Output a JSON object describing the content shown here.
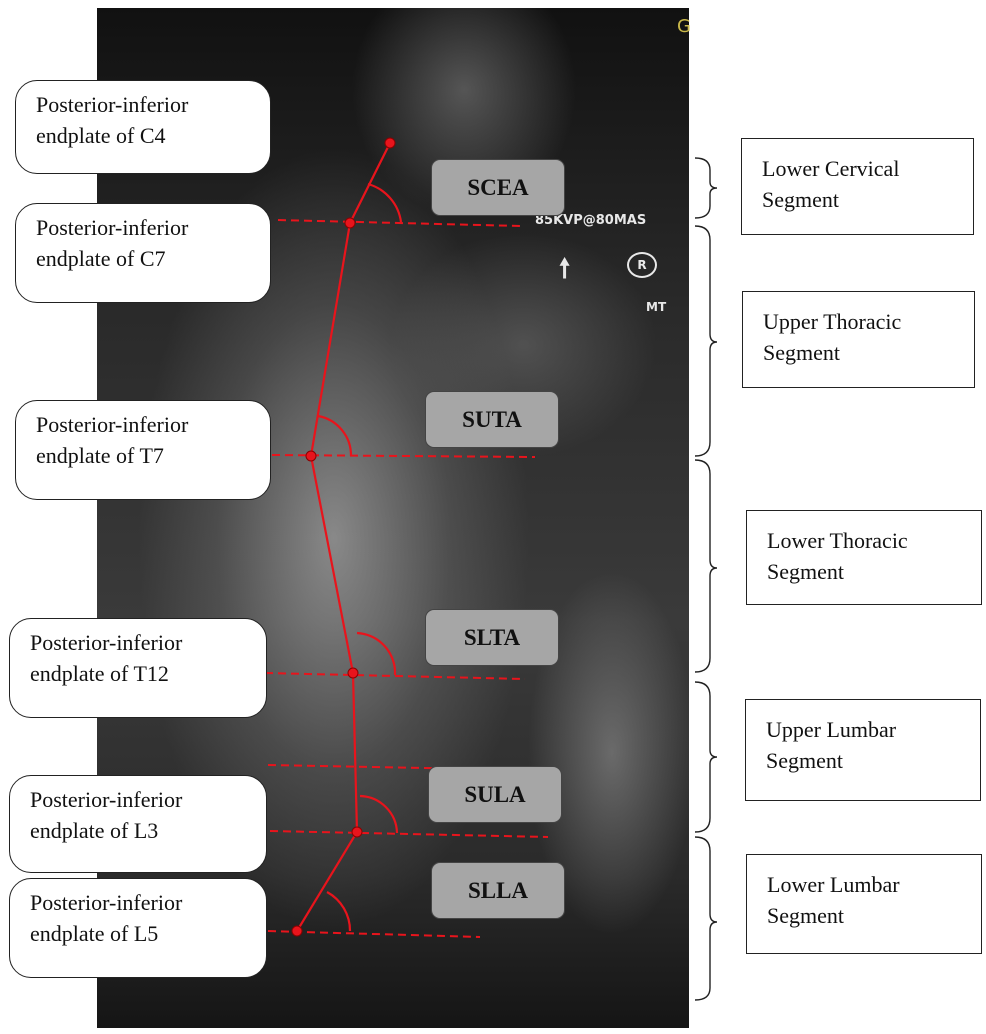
{
  "xray": {
    "corner_letter": "G",
    "exposure": "85KVP@80MAS",
    "marker": "R",
    "tech": "MT"
  },
  "landmarks": [
    {
      "line1": "Posterior-inferior",
      "line2": "endplate of C4"
    },
    {
      "line1": "Posterior-inferior",
      "line2": "endplate of C7"
    },
    {
      "line1": "Posterior-inferior",
      "line2": "endplate of T7"
    },
    {
      "line1": "Posterior-inferior",
      "line2": "endplate of T12"
    },
    {
      "line1": "Posterior-inferior",
      "line2": "endplate of L3"
    },
    {
      "line1": "Posterior-inferior",
      "line2": "endplate of L5"
    }
  ],
  "angles": [
    "SCEA",
    "SUTA",
    "SLTA",
    "SULA",
    "SLLA"
  ],
  "segments": [
    {
      "line1": "Lower Cervical",
      "line2": "Segment"
    },
    {
      "line1": "Upper Thoracic",
      "line2": "Segment"
    },
    {
      "line1": "Lower Thoracic",
      "line2": "Segment"
    },
    {
      "line1": "Upper Lumbar",
      "line2": "Segment"
    },
    {
      "line1": "Lower Lumbar",
      "line2": "Segment"
    }
  ],
  "colors": {
    "annotation": "#e8141c",
    "angle_box": "#a6a6a6"
  }
}
